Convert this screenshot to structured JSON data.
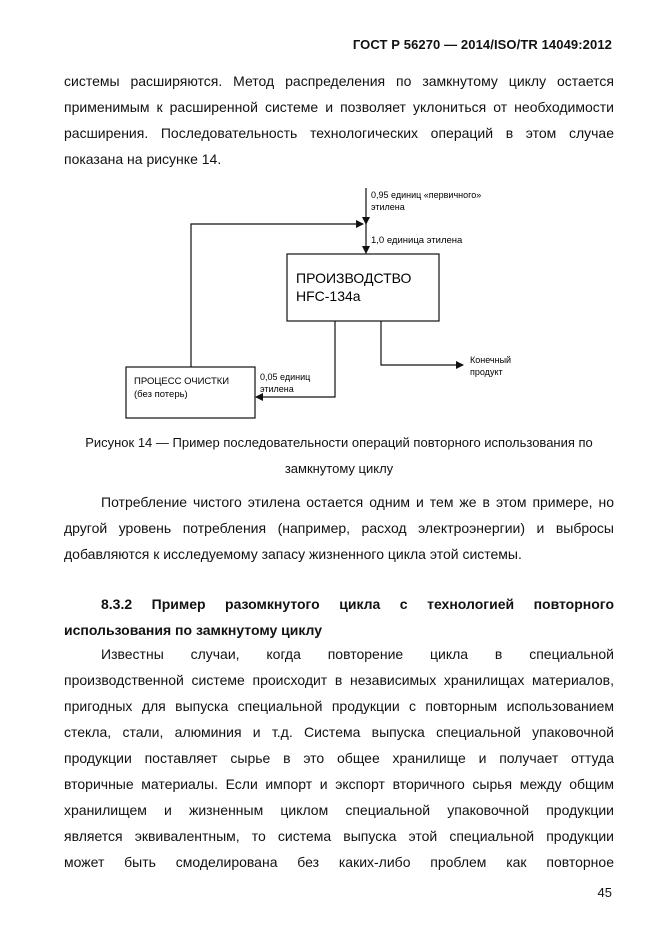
{
  "header": {
    "doc_code": "ГОСТ Р 56270 — 2014/ISO/TR 14049:2012"
  },
  "intro": {
    "lines": [
      "системы расширяются. Метод распределения по замкнутому циклу остается",
      "применимым к расширенной системе и позволяет уклониться от необходимости",
      "расширения. Последовательность технологических операций в этом случае",
      "показана на рисунке 14."
    ]
  },
  "figure": {
    "input_label_1": "0,95 единиц «первичного»",
    "input_label_2": "этилена",
    "flow_label": "1,0 единица этилена",
    "main_box_line1": "ПРОИЗВОДСТВО",
    "main_box_line2": "HFC-134a",
    "output_label_1": "Конечный",
    "output_label_2": "продукт",
    "return_label_1": "0,05 единиц",
    "return_label_2": "этилена",
    "recycle_box_line1": "ПРОЦЕСС ОЧИСТКИ",
    "recycle_box_line2": "(без потерь)",
    "caption_line1": "Рисунок 14 — Пример последовательности операций повторного использования по",
    "caption_line2": "замкнутому циклу"
  },
  "para2": {
    "lines": [
      "Потребление чистого этилена остается одним и тем же в этом примере, но",
      "другой уровень потребления (например, расход электроэнергии) и выбросы",
      "добавляются к исследуемому запасу жизненного цикла этой системы."
    ]
  },
  "section": {
    "heading_line1": "8.3.2 Пример разомкнутого цикла с технологией повторного",
    "heading_line2": "использования по замкнутому циклу"
  },
  "para3": {
    "lines": [
      "Известны случаи, когда повторение цикла в специальной",
      "производственной системе происходит в независимых хранилищах материалов,",
      "пригодных для выпуска специальной продукции с повторным использованием",
      "стекла, стали, алюминия и т.д. Система выпуска специальной упаковочной",
      "продукции поставляет сырье в это общее хранилище и получает оттуда",
      "вторичные материалы. Если импорт и экспорт вторичного сырья между общим",
      "хранилищем и жизненным циклом специальной упаковочной продукции",
      "является эквивалентным, то система выпуска этой специальной продукции",
      "может быть смоделирована без каких-либо проблем как повторное"
    ]
  },
  "footer": {
    "page_number": "45"
  }
}
